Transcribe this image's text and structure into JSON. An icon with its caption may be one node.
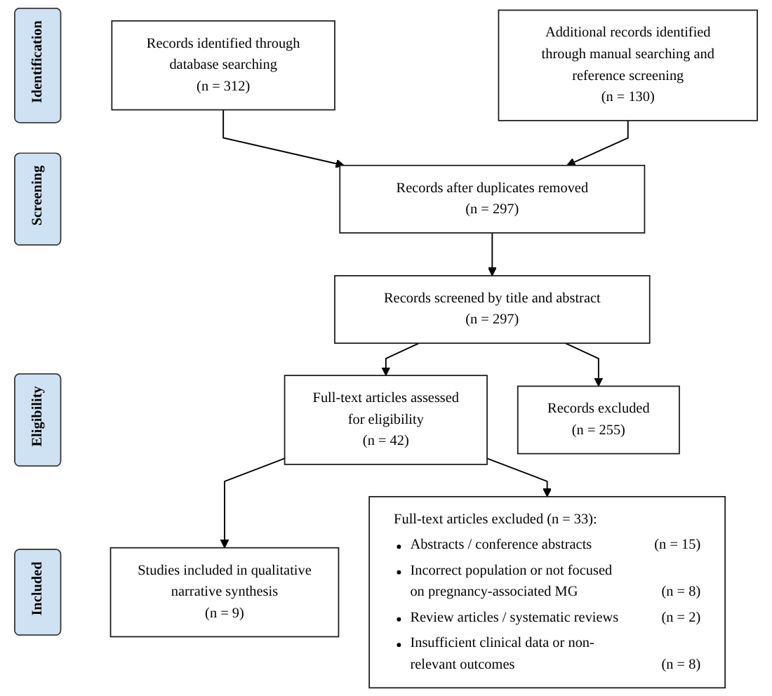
{
  "diagram": {
    "nodes": [
      {
        "text": [
          "Identification"
        ]
      },
      {
        "text": [
          "Records identified through database searching",
          "(n = 312)"
        ]
      },
      {
        "text": [
          "Additional records identified through manual searching and reference screening",
          "(n = 130)"
        ]
      },
      {
        "text": [
          "Screening"
        ]
      },
      {
        "text": [
          "Records after duplicates removed",
          "(n = 297)"
        ]
      },
      {
        "text": [
          "Records screened by title and abstract",
          "(n = 297)"
        ]
      },
      {
        "text": [
          "Records excluded",
          "(n = 255)"
        ]
      },
      {
        "text": [
          "Eligibility"
        ]
      },
      {
        "text": [
          "Full-text articles assessed for eligibility",
          "(n = 42)"
        ]
      },
      {
        "text": [
          "Full-text articles excluded (n = 33):",
          "Abstracts / conference abstracts",
          "(n = 15)",
          "Incorrect population or not focused on pregnancy-associated MG",
          "(n = 8)",
          "Review articles / systematic reviews",
          "(n = 2)",
          "Insufficient clinical data or non-relevant outcomes",
          "(n = 8)"
        ]
      },
      {
        "text": [
          "Included"
        ]
      },
      {
        "text": [
          "Studies included in qualitative narrative synthesis",
          "(n = 9)"
        ]
      }
    ],
    "edges": [
      {
        "from": 1,
        "to": 4,
        "arrow": "to"
      },
      {
        "from": 2,
        "to": 4,
        "arrow": "to"
      },
      {
        "from": 4,
        "to": 5,
        "arrow": "to"
      },
      {
        "from": 5,
        "to": 6,
        "arrow": "to"
      },
      {
        "from": 5,
        "to": 8,
        "arrow": "to"
      },
      {
        "from": 8,
        "to": 11,
        "arrow": "to"
      },
      {
        "from": 8,
        "to": 9,
        "arrow": "to"
      }
    ]
  }
}
